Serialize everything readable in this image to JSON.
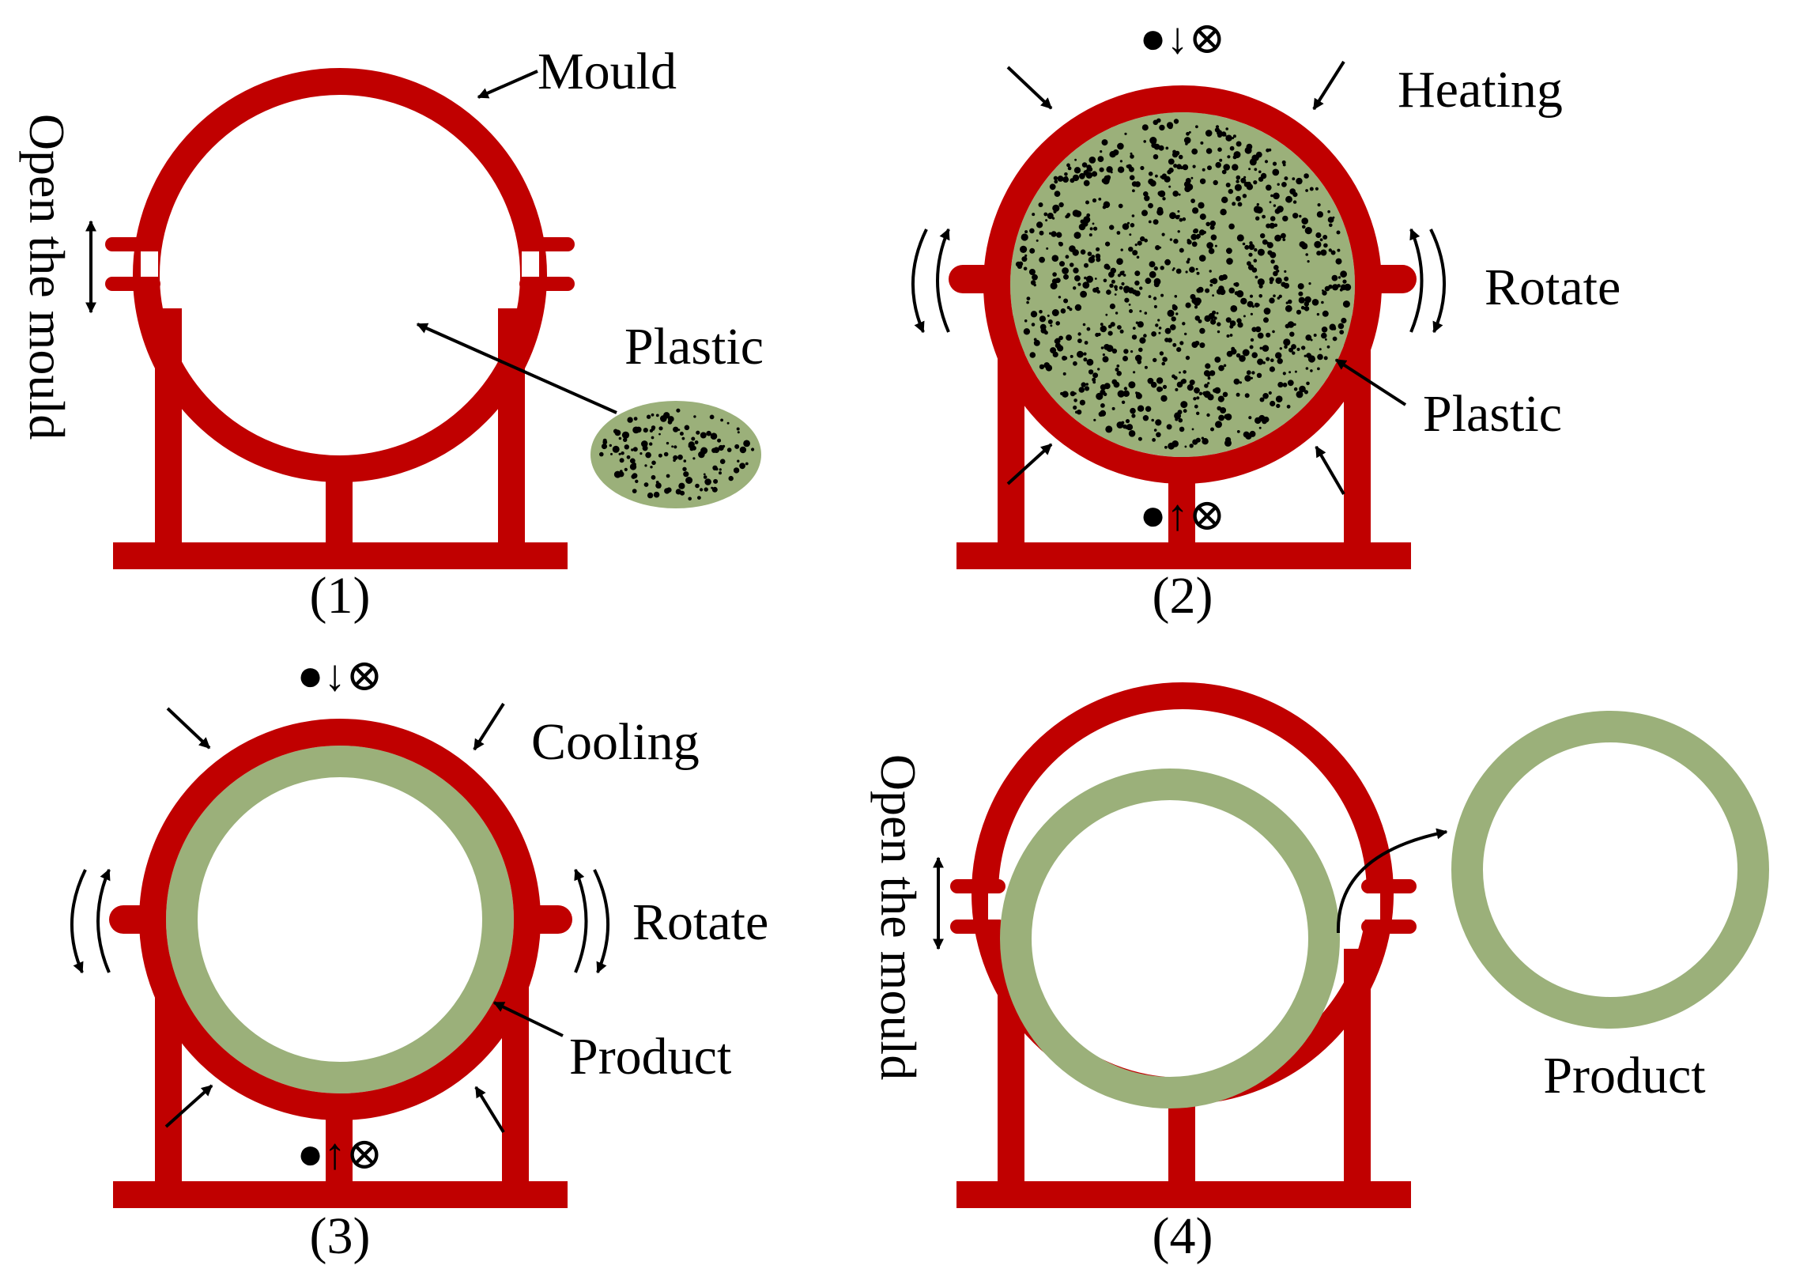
{
  "colors": {
    "mould": "#c00000",
    "plastic": "#9bb07a",
    "ink": "#000000",
    "background": "#ffffff"
  },
  "panel1": {
    "label": "(1)",
    "mould_label": "Mould",
    "open_label": "Open the mould",
    "plastic_label": "Plastic"
  },
  "panel2": {
    "label": "(2)",
    "heating_label": "Heating",
    "rotate_label": "Rotate",
    "plastic_label": "Plastic",
    "axis_symbol_top": "●↓⊗",
    "axis_symbol_bottom": "●↑⊗"
  },
  "panel3": {
    "label": "(3)",
    "cooling_label": "Cooling",
    "rotate_label": "Rotate",
    "product_label": "Product",
    "axis_symbol_top": "●↓⊗",
    "axis_symbol_bottom": "●↑⊗"
  },
  "panel4": {
    "label": "(4)",
    "open_label": "Open the mould",
    "product_label": "Product"
  }
}
